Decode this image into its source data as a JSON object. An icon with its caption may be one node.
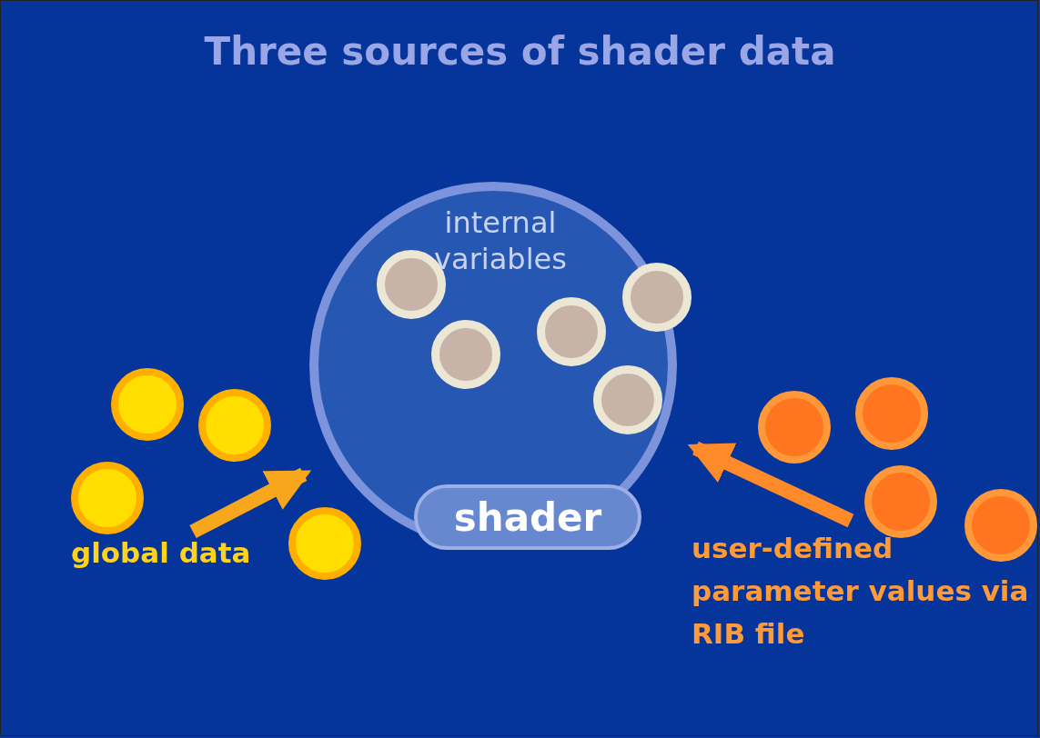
{
  "diagram": {
    "title": "Three sources of shader data",
    "nodes": [
      {
        "text": [
          "internal variables"
        ]
      },
      {
        "text": [
          "shader"
        ],
        "in": 0
      },
      {
        "text": [
          "global data"
        ]
      },
      {
        "text": [
          "user-defined parameter values via RIB file"
        ]
      },
      {
        "text": [],
        "shape": "circle",
        "in": 0
      },
      {
        "text": [],
        "shape": "circle",
        "in": 0
      },
      {
        "text": [],
        "shape": "circle",
        "in": 0
      },
      {
        "text": [],
        "shape": "circle",
        "in": 0
      },
      {
        "text": [],
        "shape": "circle",
        "in": 0
      },
      {
        "text": [],
        "shape": "circle"
      },
      {
        "text": [],
        "shape": "circle"
      },
      {
        "text": [],
        "shape": "circle"
      },
      {
        "text": [],
        "shape": "circle"
      },
      {
        "text": [],
        "shape": "circle"
      },
      {
        "text": [],
        "shape": "circle"
      },
      {
        "text": [],
        "shape": "circle"
      },
      {
        "text": [],
        "shape": "circle"
      }
    ],
    "edges": [
      {
        "from": 2,
        "to": 0,
        "arrow": "to",
        "color": "#f8a61c"
      },
      {
        "from": 3,
        "to": 0,
        "arrow": "to",
        "color": "#ff8a2a"
      }
    ]
  }
}
